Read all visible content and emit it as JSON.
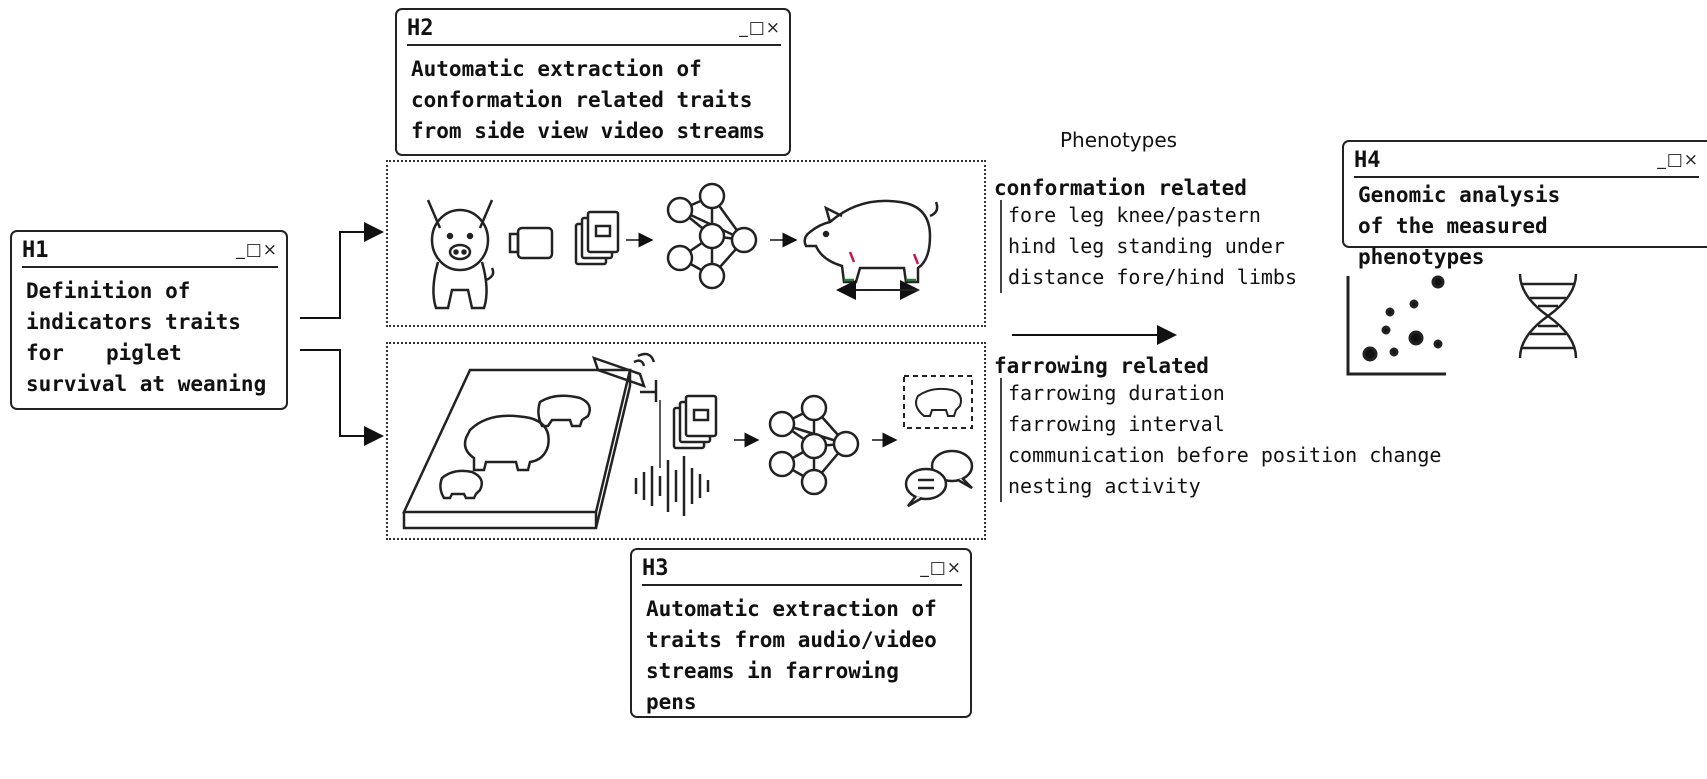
{
  "h1": {
    "title": "H1",
    "controls": "_□×",
    "lines": [
      "Definition of",
      "indicators traits",
      "for",
      "piglet",
      "survival at weaning"
    ]
  },
  "h2": {
    "title": "H2",
    "controls": "_□×",
    "lines": [
      "Automatic extraction of",
      "conformation related traits",
      "from side view video streams"
    ]
  },
  "h3": {
    "title": "H3",
    "controls": "_□×",
    "lines": [
      "Automatic extraction of",
      "traits from audio/video",
      "streams in farrowing",
      "pens"
    ]
  },
  "h4": {
    "title": "H4",
    "controls": "_□×",
    "lines": [
      "Genomic analysis",
      "of the measured",
      "phenotypes"
    ]
  },
  "phenotypes_label": "Phenotypes",
  "conformation": {
    "heading": "conformation related",
    "items": [
      "fore leg knee/pastern",
      "hind leg standing under",
      "distance fore/hind limbs"
    ]
  },
  "farrowing": {
    "heading": "farrowing related",
    "items": [
      "farrowing duration",
      "farrowing interval",
      "communication before position change",
      "nesting activity"
    ]
  },
  "icons": [
    "pig-front-icon",
    "video-camera-icon",
    "video-frames-icon",
    "neural-network-icon",
    "pig-side-icon",
    "farrowing-pen-icon",
    "security-camera-icon",
    "audio-wave-icon",
    "chat-bubbles-icon",
    "scatter-plot-icon",
    "dna-icon",
    "growth-chart-icon"
  ],
  "colors": {
    "stroke": "#222222",
    "accent": "#c2185b",
    "leg_marker": "#2e7d32"
  }
}
